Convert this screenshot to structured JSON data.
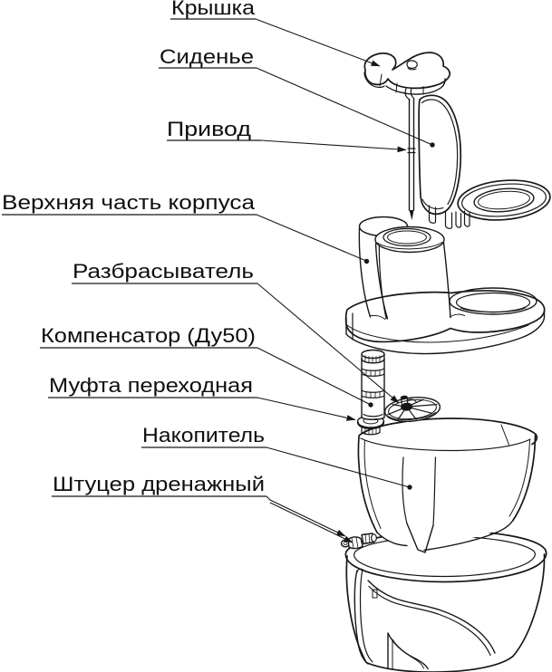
{
  "diagram": {
    "description": "Exploded-view line drawing of a dry (peat) toilet with Russian part labels",
    "background_color": "#ffffff",
    "line_color": "#171717",
    "labels": [
      {
        "part": "lid",
        "text": "Крышка"
      },
      {
        "part": "seat",
        "text": "Сиденье"
      },
      {
        "part": "drive",
        "text": "Привод"
      },
      {
        "part": "upper-body",
        "text": "Верхняя часть корпуса"
      },
      {
        "part": "spreader",
        "text": "Разбрасыватель"
      },
      {
        "part": "compensator",
        "text": "Компенсатор (Ду50)"
      },
      {
        "part": "adapter-coupling",
        "text": "Муфта переходная"
      },
      {
        "part": "storage-tank",
        "text": "Накопитель"
      },
      {
        "part": "drain-fitting",
        "text": "Штуцер дренажный"
      }
    ]
  }
}
